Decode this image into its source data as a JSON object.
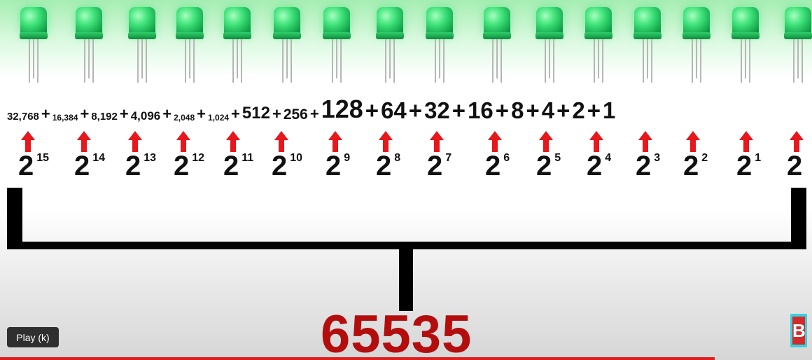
{
  "sum_terms": [
    {
      "value": "32,768",
      "size": 15
    },
    {
      "value": "16,384",
      "size": 12
    },
    {
      "value": "8,192",
      "size": 15
    },
    {
      "value": "4,096",
      "size": 17
    },
    {
      "value": "2,048",
      "size": 12
    },
    {
      "value": "1,024",
      "size": 12
    },
    {
      "value": "512",
      "size": 24
    },
    {
      "value": "256",
      "size": 21
    },
    {
      "value": "128",
      "size": 36
    },
    {
      "value": "64",
      "size": 33
    },
    {
      "value": "32",
      "size": 33
    },
    {
      "value": "16",
      "size": 33
    },
    {
      "value": "8",
      "size": 33
    },
    {
      "value": "4",
      "size": 33
    },
    {
      "value": "2",
      "size": 33
    },
    {
      "value": "1",
      "size": 33
    }
  ],
  "plus_sign": "+",
  "powers": [
    {
      "base": "2",
      "exp": "15"
    },
    {
      "base": "2",
      "exp": "14"
    },
    {
      "base": "2",
      "exp": "13"
    },
    {
      "base": "2",
      "exp": "12"
    },
    {
      "base": "2",
      "exp": "11"
    },
    {
      "base": "2",
      "exp": "10"
    },
    {
      "base": "2",
      "exp": "9"
    },
    {
      "base": "2",
      "exp": "8"
    },
    {
      "base": "2",
      "exp": "7"
    },
    {
      "base": "2",
      "exp": "6"
    },
    {
      "base": "2",
      "exp": "5"
    },
    {
      "base": "2",
      "exp": "4"
    },
    {
      "base": "2",
      "exp": "3"
    },
    {
      "base": "2",
      "exp": "2"
    },
    {
      "base": "2",
      "exp": "1"
    },
    {
      "base": "2",
      "exp": ""
    }
  ],
  "total": "65535",
  "player": {
    "play_tooltip": "Play (k)",
    "progress_fraction": 0.88,
    "channel_logo_letter": "B"
  },
  "colors": {
    "led_green": "#2fd56b",
    "arrow_red": "#e8171b",
    "total_red": "#b30d0d",
    "progress_red": "#e01e1e",
    "bracket": "#000000"
  }
}
